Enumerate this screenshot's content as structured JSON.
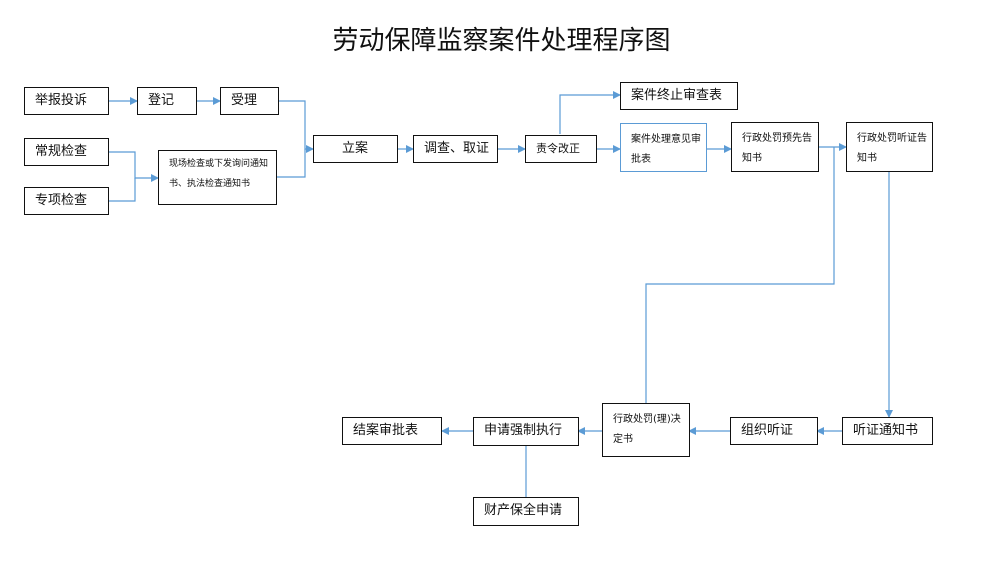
{
  "title": "劳动保障监察案件处理程序图",
  "nodes": {
    "jubao": "举报投诉",
    "dengji": "登记",
    "shouli": "受理",
    "changgui": "常规检查",
    "zhuanxiang": "专项检查",
    "xianchang": "现场检查或下发询问通知书、执法检查通知书",
    "lian": "立案",
    "diaocha": "调查、取证",
    "zeling": "责令改正",
    "zhongzhi": "案件终止审查表",
    "yijian": "案件处理意见审批表",
    "yuxian": "行政处罚预先告知书",
    "tingzheng_gaozhi": "行政处罚听证告知书",
    "tingzheng_tongzhi": "听证通知书",
    "zuzhi": "组织听证",
    "jueding": "行政处罚(理)决定书",
    "qiangzhi": "申请强制执行",
    "jiean": "结案审批表",
    "caichan": "财产保全申请"
  },
  "colors": {
    "arrow": "#5b9bd5",
    "border": "#111111",
    "accent_border": "#5b9bd5"
  }
}
